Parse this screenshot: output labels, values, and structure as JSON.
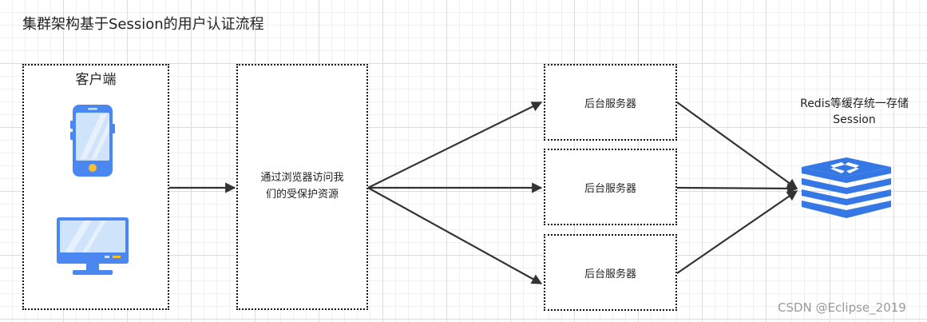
{
  "diagram": {
    "title": "集群架构基于Session的用户认证流程",
    "client": {
      "label": "客户端",
      "icons": [
        "smartphone-icon",
        "monitor-icon"
      ]
    },
    "browser": {
      "line1": "通过浏览器访问我",
      "line2": "们的受保护资源"
    },
    "servers": [
      {
        "label": "后台服务器"
      },
      {
        "label": "后台服务器"
      },
      {
        "label": "后台服务器"
      }
    ],
    "redis": {
      "line1": "Redis等缓存统一存储",
      "line2": "Session",
      "icon": "redis-stack-icon"
    },
    "watermark": "CSDN @Eclipse_2019"
  },
  "colors": {
    "icon_blue": "#4a87f0",
    "icon_light": "#cfe3fb",
    "redis_blue": "#3578e5",
    "accent_yellow": "#f5c033",
    "arrow": "#333333"
  }
}
